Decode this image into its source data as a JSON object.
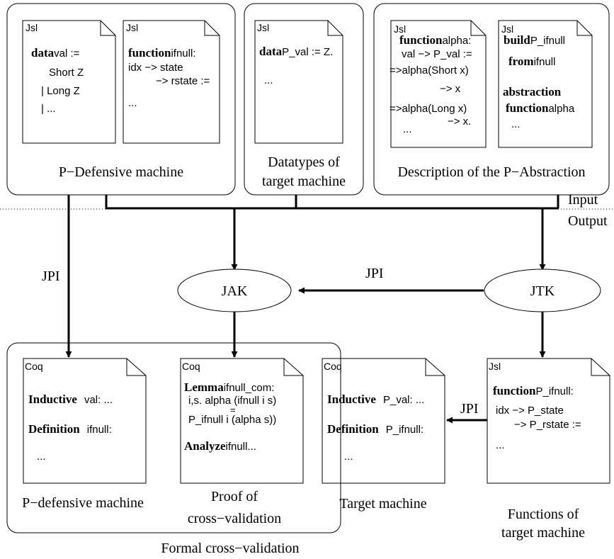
{
  "groups": {
    "defensive": "P−Defensive machine",
    "datatypes_l1": "Datatypes of",
    "datatypes_l2": "target machine",
    "abstraction": "Description of the P−Abstraction",
    "io_input": "Input",
    "io_output": "Output",
    "formal": "Formal cross−validation"
  },
  "nodes": {
    "jak": "JAK",
    "jtk": "JTK"
  },
  "edges": {
    "jpi_left": "JPI",
    "jpi_top": "JPI",
    "jpi_right": "JPI"
  },
  "docs": {
    "d1": {
      "tag": "Jsl",
      "kw": "data",
      "rest": "val :=",
      "l2": "Short Z",
      "l3": "| Long Z",
      "l4": "| ..."
    },
    "d2": {
      "tag": "Jsl",
      "kw": "function",
      "rest": "ifnull:",
      "l2": "idx −> state",
      "l3": "−> rstate :=",
      "l4": "..."
    },
    "d3": {
      "tag": "Jsl",
      "kw": "data",
      "rest": "P_val := Z.",
      "l2": "..."
    },
    "d4": {
      "tag": "Jsl",
      "kw": "function",
      "rest": "alpha:",
      "l2": "val −> P_val :=",
      "l3": "=>alpha(Short x)",
      "l4": "−> x",
      "l5": "=>alpha(Long x)",
      "l6": "−> x.",
      "l7": "..."
    },
    "d5": {
      "tag": "Jsl",
      "kw1": "build",
      "rest1": "P_ifnull",
      "kw2": "from",
      "rest2": "ifnull",
      "kw3": "abstraction",
      "kw4": "function",
      "rest4": "alpha",
      "l5": "..."
    },
    "c1": {
      "tag": "Coq",
      "kw1": "Inductive",
      "rest1": "val: ...",
      "kw2": "Definition",
      "rest2": "ifnull:",
      "l3": "..."
    },
    "c2": {
      "tag": "Coq",
      "kw1": "Lemma",
      "rest1": "ifnull_com:",
      "l2": "i,s. alpha (ifnull i s)",
      "l3": "=",
      "l4": "P_ifnull i (alpha s))",
      "kw5": "Analyze",
      "rest5": "ifnull..."
    },
    "c3": {
      "tag": "Coq",
      "kw1": "Inductive",
      "rest1": "P_val: ...",
      "kw2": "Definition",
      "rest2": "P_ifnull:",
      "l3": "..."
    },
    "j6": {
      "tag": "Jsl",
      "kw": "function",
      "rest": "P_ifnull:",
      "l2": "idx −> P_state",
      "l3": "−> P_rstate :=",
      "l4": "..."
    }
  },
  "captions": {
    "c1": "P−defensive machine",
    "c2_l1": "Proof of",
    "c2_l2": "cross−validation",
    "c3": "Target machine",
    "j6_l1": "Functions of",
    "j6_l2": "target machine"
  }
}
